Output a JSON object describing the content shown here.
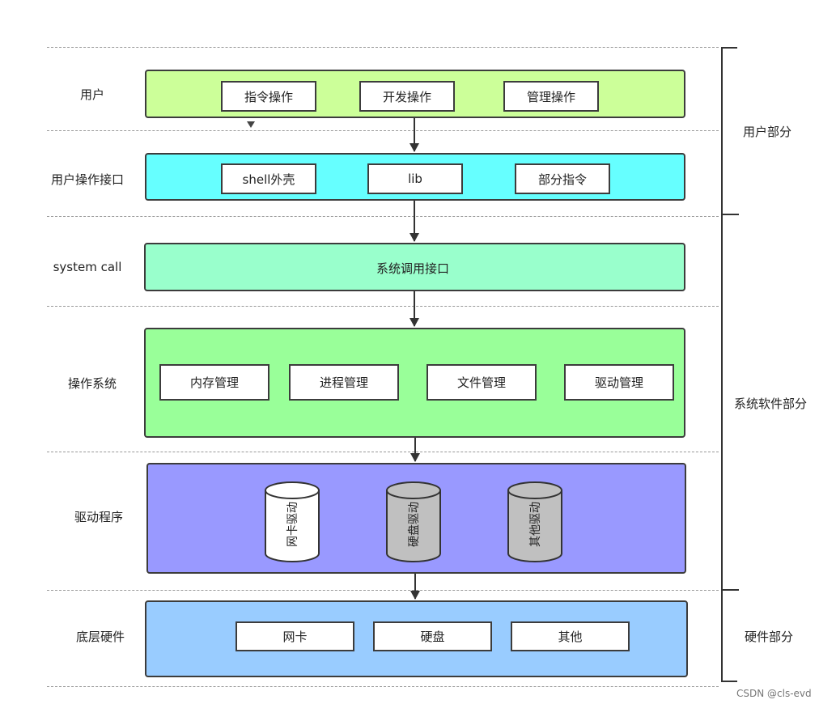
{
  "layers": {
    "user": "用户",
    "user_api": "用户操作接口",
    "syscall": "system call",
    "os": "操作系统",
    "driver": "驱动程序",
    "hardware": "底层硬件"
  },
  "user_ops": [
    "指令操作",
    "开发操作",
    "管理操作"
  ],
  "user_api_items": [
    "shell外壳",
    "lib",
    "部分指令"
  ],
  "syscall_text": "系统调用接口",
  "os_items": [
    "内存管理",
    "进程管理",
    "文件管理",
    "驱动管理"
  ],
  "drivers": [
    "网卡驱动",
    "硬盘驱动",
    "其他驱动"
  ],
  "hardware_items": [
    "网卡",
    "硬盘",
    "其他"
  ],
  "sections": {
    "user_part": "用户部分",
    "system_software_part": "系统软件部分",
    "hardware_part": "硬件部分"
  },
  "watermark": "CSDN @cls-evd",
  "colors": {
    "user_band": "#ccff99",
    "user_api_band": "#66ffff",
    "syscall_band": "#99ffcc",
    "os_band": "#99ff99",
    "driver_band": "#9999ff",
    "hardware_band": "#99ccff",
    "cylinder_white": "#ffffff",
    "cylinder_gray": "#c0c0c0"
  }
}
